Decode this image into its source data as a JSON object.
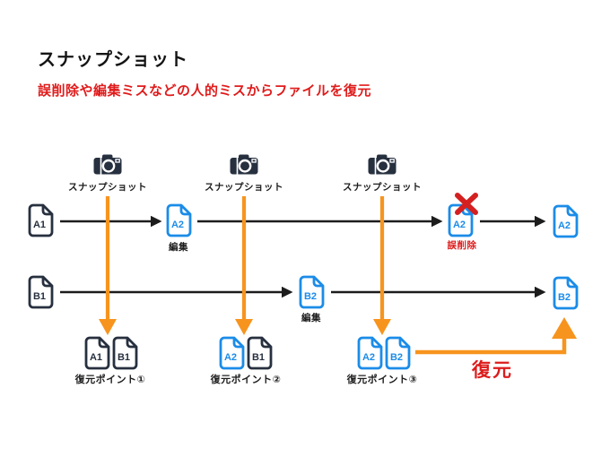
{
  "page": {
    "title": "スナップショット",
    "subtitle": "誤削除や編集ミスなどの人的ミスからファイルを復元"
  },
  "snapshots": {
    "labels": [
      "スナップショット",
      "スナップショット",
      "スナップショット"
    ]
  },
  "timeline_a": {
    "start": "A1",
    "edited": "A2",
    "edited_caption": "編集",
    "deleted": "A2",
    "deleted_caption": "誤削除",
    "current": "A2"
  },
  "timeline_b": {
    "start": "B1",
    "edited": "B2",
    "edited_caption": "編集",
    "current": "B2"
  },
  "restore_points": [
    {
      "label": "復元ポイント①",
      "files": [
        "A1",
        "B1"
      ]
    },
    {
      "label": "復元ポイント②",
      "files": [
        "A2",
        "B1"
      ]
    },
    {
      "label": "復元ポイント③",
      "files": [
        "A2",
        "B2"
      ]
    }
  ],
  "restore": {
    "label": "復元"
  },
  "icons": {
    "camera-icon": "dslr-camera silhouette",
    "file-icon": "document with folded corner",
    "delete-x-icon": "✕"
  },
  "colors": {
    "file_original": "#27303f",
    "file_updated": "#1b8ce8",
    "snapshot_arrow": "#f7941e",
    "timeline_arrow": "#1c1c1c",
    "alert_red": "#dc1c1c"
  }
}
